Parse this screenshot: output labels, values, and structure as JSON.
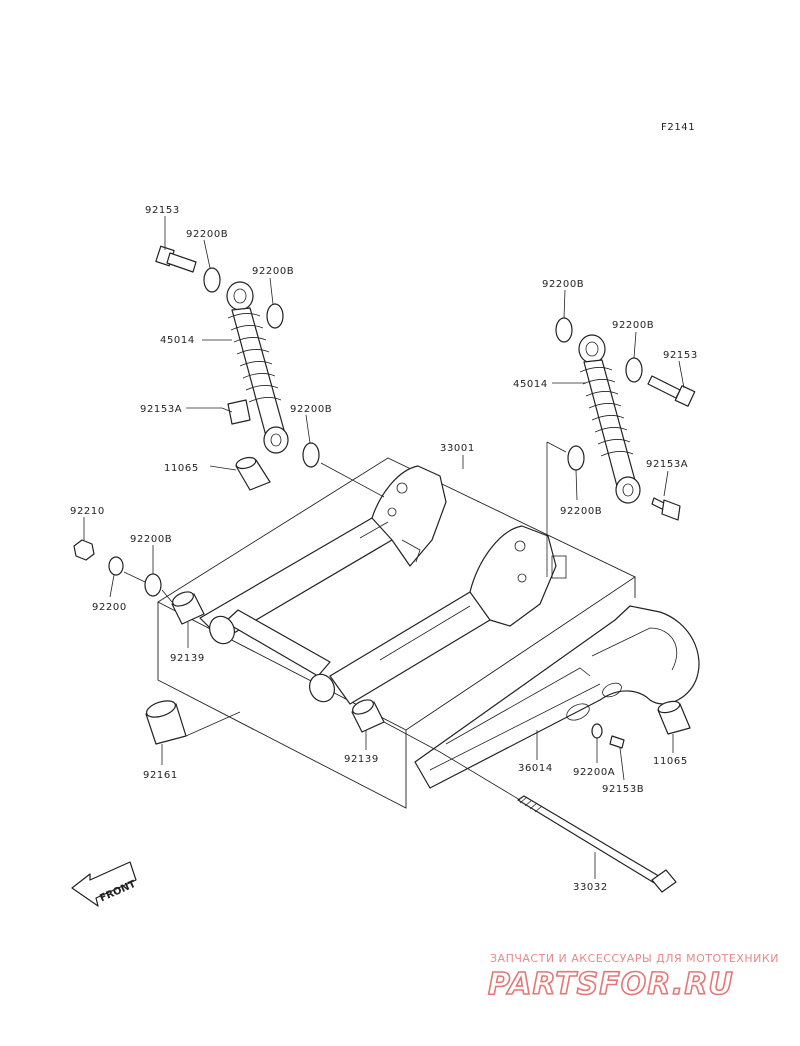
{
  "figure_code": "F2141",
  "labels": {
    "l_92153_top": "92153",
    "l_92200B_a": "92200B",
    "l_92200B_b": "92200B",
    "l_45014_left": "45014",
    "l_92153A_left": "92153A",
    "l_92200B_c": "92200B",
    "l_11065_left": "11065",
    "l_33001": "33001",
    "l_92200B_d": "92200B",
    "l_92200B_e": "92200B",
    "l_92153_right": "92153",
    "l_45014_right": "45014",
    "l_92153A_right": "92153A",
    "l_92200B_f": "92200B",
    "l_92210": "92210",
    "l_92200B_g": "92200B",
    "l_92200": "92200",
    "l_92139_left": "92139",
    "l_92161": "92161",
    "l_92139_right": "92139",
    "l_36014": "36014",
    "l_92200A": "92200A",
    "l_92153B": "92153B",
    "l_11065_right": "11065",
    "l_33032": "33032"
  },
  "front_arrow_text": "FRONT",
  "watermark": {
    "top_line": "ЗАПЧАСТИ И АКСЕССУАРЫ ДЛЯ МОТОТЕХНИКИ",
    "brand": "PARTSFOR.RU"
  },
  "colors": {
    "line": "#222222",
    "background": "#ffffff",
    "watermark": "#e57676"
  }
}
